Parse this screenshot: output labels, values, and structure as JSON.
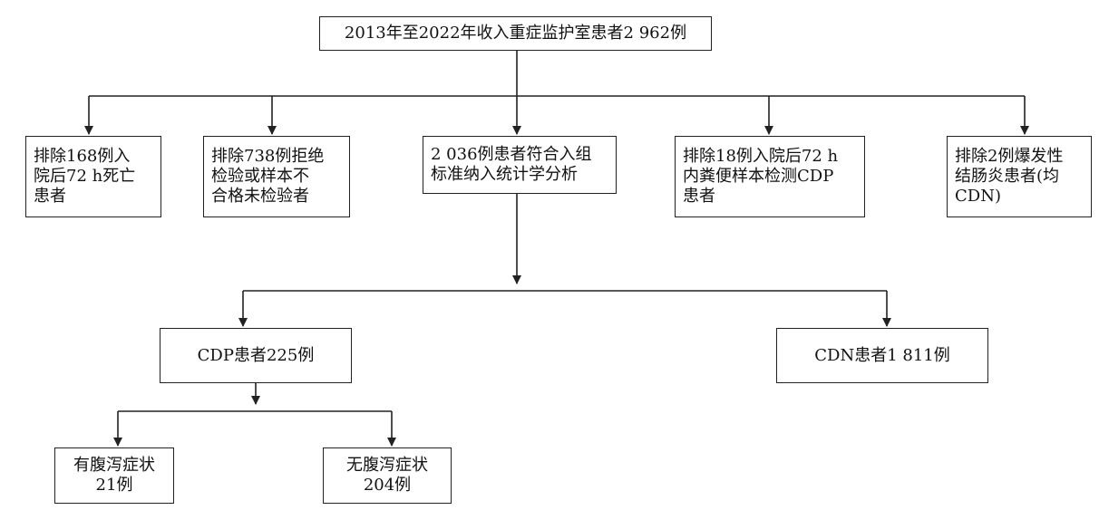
{
  "diagram": {
    "top": {
      "lines": [
        "2013年至2022年收入重症监护室患者2 962例"
      ]
    },
    "exclusions": [
      {
        "id": "ex-death",
        "lines": [
          "排除168例入",
          "院后72 h死亡",
          "患者"
        ]
      },
      {
        "id": "ex-refused",
        "lines": [
          "排除738例拒绝",
          "检验或样本不",
          "合格未检验者"
        ]
      },
      {
        "id": "ex-cdp-72h",
        "lines": [
          "排除18例入院后72 h",
          "内粪便样本检测CDP",
          "患者"
        ]
      },
      {
        "id": "ex-fulminant",
        "lines": [
          "排除2例爆发性",
          "结肠炎患者(均",
          "CDN)"
        ]
      }
    ],
    "included": {
      "lines": [
        "2 036例患者符合入组",
        "标准纳入统计学分析"
      ]
    },
    "cdp": {
      "lines": [
        "CDP患者225例"
      ]
    },
    "cdn": {
      "lines": [
        "CDN患者1 811例"
      ]
    },
    "diarrhea_yes": {
      "lines": [
        "有腹泻症状",
        "21例"
      ]
    },
    "diarrhea_no": {
      "lines": [
        "无腹泻症状",
        "204例"
      ]
    }
  },
  "colors": {
    "line": "#222222",
    "text": "#111111",
    "background": "#ffffff"
  }
}
